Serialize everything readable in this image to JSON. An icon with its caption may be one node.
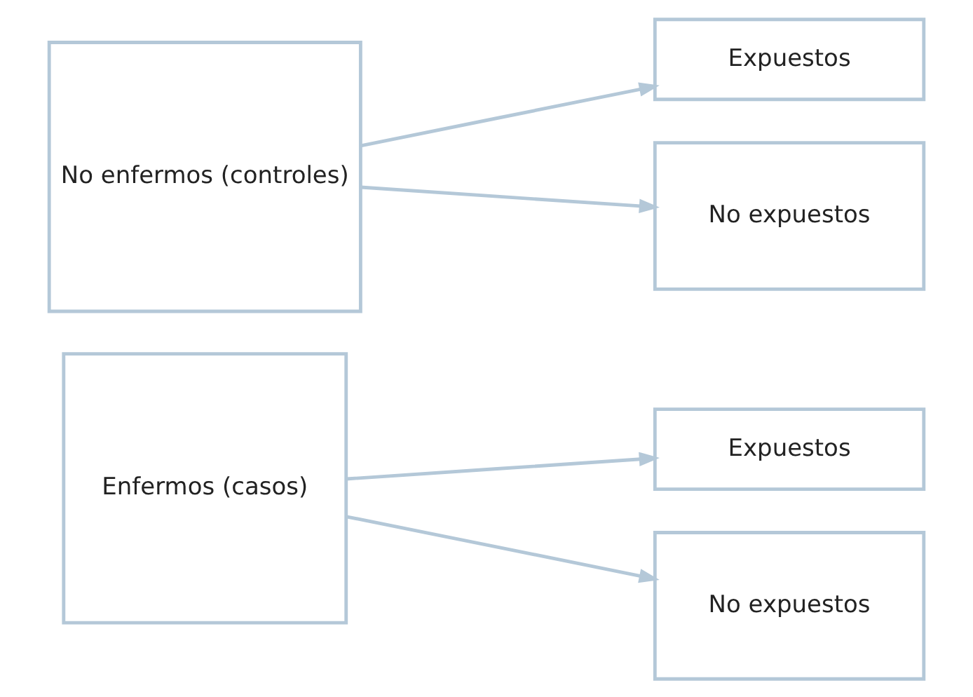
{
  "diagram": {
    "nodes": [
      {
        "text": [
          "Enfermos (casos)"
        ]
      },
      {
        "text": [
          "Expuestos"
        ]
      },
      {
        "text": [
          "No expuestos"
        ]
      },
      {
        "text": [
          "No enfermos (controles)"
        ]
      },
      {
        "text": [
          "Expuestos"
        ]
      },
      {
        "text": [
          "No expuestos"
        ]
      }
    ],
    "edges": [
      {
        "from": 0,
        "to": 1,
        "arrow": "to"
      },
      {
        "from": 0,
        "to": 2,
        "arrow": "to"
      },
      {
        "from": 3,
        "to": 4,
        "arrow": "to"
      },
      {
        "from": 3,
        "to": 5,
        "arrow": "to"
      }
    ]
  }
}
